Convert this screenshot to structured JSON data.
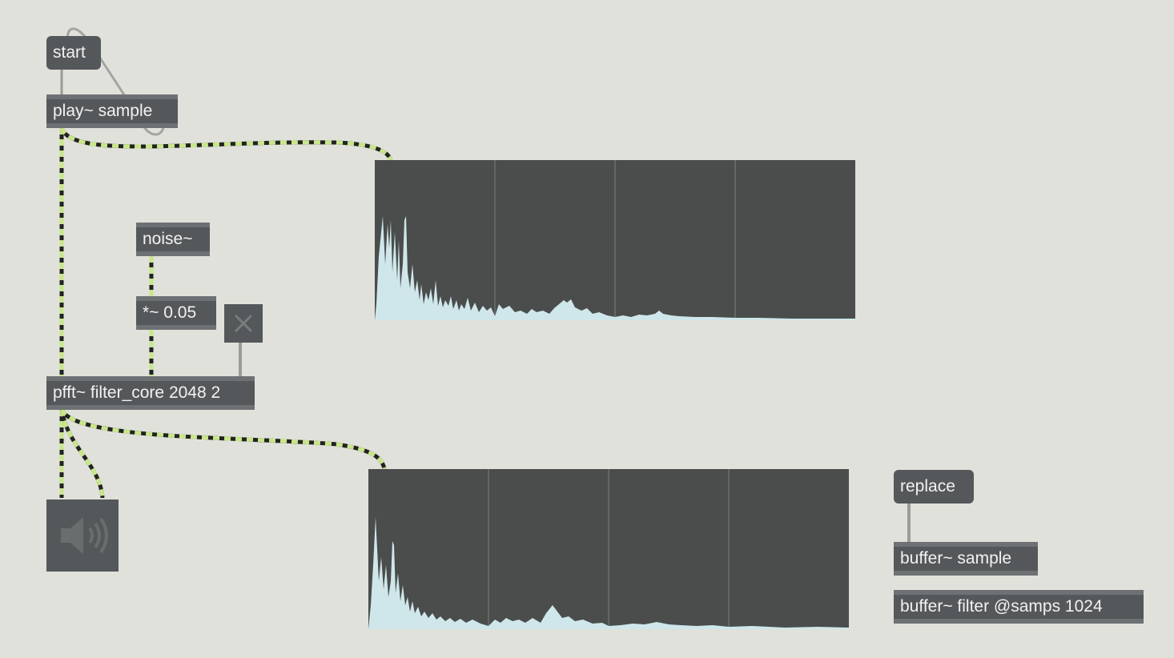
{
  "patch": {
    "start_msg": "start",
    "play_obj": "play~ sample",
    "noise_obj": "noise~",
    "mult_obj": "*~ 0.05",
    "pfft_obj": "pfft~ filter_core 2048 2",
    "replace_msg": "replace",
    "buffer_sample_obj": "buffer~ sample",
    "buffer_filter_obj": "buffer~ filter @samps 1024"
  },
  "icons": {
    "toggle": "close-x-icon",
    "dac": "speaker-icon"
  },
  "colors": {
    "background": "#e0e1da",
    "object": "#55585a",
    "signal_wire": "#c8e68a",
    "spectrum_fill": "#cfe7ea",
    "spectroscope_bg": "#4a4d4c"
  }
}
